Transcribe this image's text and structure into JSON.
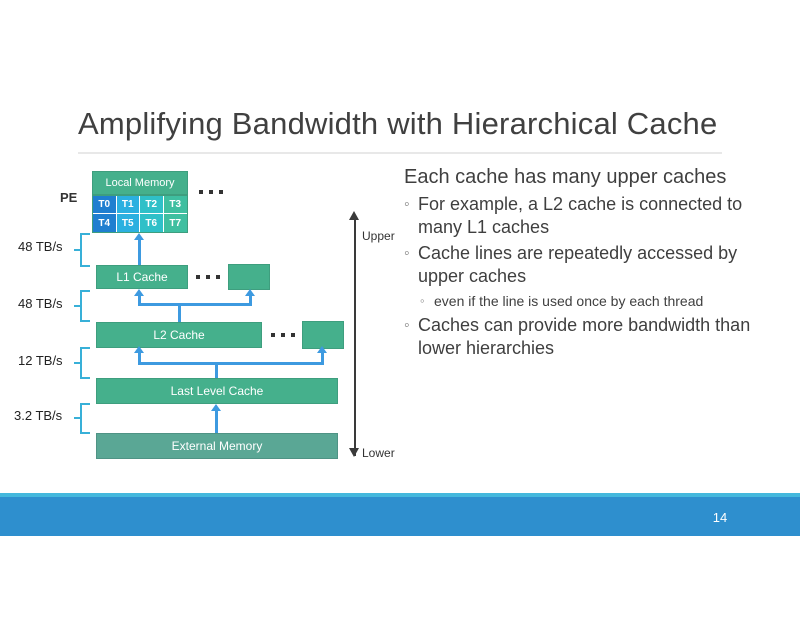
{
  "slide": {
    "title": "Amplifying Bandwidth with Hierarchical Cache",
    "page_number": "14"
  },
  "diagram": {
    "pe_label": "PE",
    "local_memory_label": "Local Memory",
    "threads": [
      "T0",
      "T1",
      "T2",
      "T3",
      "T4",
      "T5",
      "T6",
      "T7"
    ],
    "thread_colors": [
      "#1f7fd0",
      "#2bb0e0",
      "#2fc0c8",
      "#3fbfa0",
      "#1f7fd0",
      "#2bb0e0",
      "#2fc0c8",
      "#3fbfa0"
    ],
    "ellipsis": "• • •",
    "boxes": {
      "l1_cache": "L1 Cache",
      "l2_cache": "L2 Cache",
      "last_level_cache": "Last Level Cache",
      "external_memory": "External Memory"
    },
    "bandwidths": [
      {
        "value": "48 TB/s"
      },
      {
        "value": "48 TB/s"
      },
      {
        "value": "12 TB/s"
      },
      {
        "value": "3.2 TB/s"
      }
    ],
    "axis": {
      "upper_label": "Upper",
      "lower_label": "Lower"
    },
    "colors": {
      "cache_green": "#45b08c",
      "memory_teal": "#5aa795",
      "connector_blue": "#3d9ae0",
      "brace_cyan": "#38b0d8"
    }
  },
  "bullets": {
    "level1": "Each cache has many upper caches",
    "items": [
      {
        "level": 2,
        "text": "For example, a L2 cache is connected to many L1 caches"
      },
      {
        "level": 2,
        "text": "Cache lines are repeatedly accessed by upper caches"
      },
      {
        "level": 3,
        "text": "even if the line is used once by each thread"
      },
      {
        "level": 2,
        "text": "Caches can provide more bandwidth than lower hierarchies"
      }
    ]
  },
  "footer": {
    "accent_color": "#2e8fce",
    "top_edge_color": "#44b8dd"
  }
}
